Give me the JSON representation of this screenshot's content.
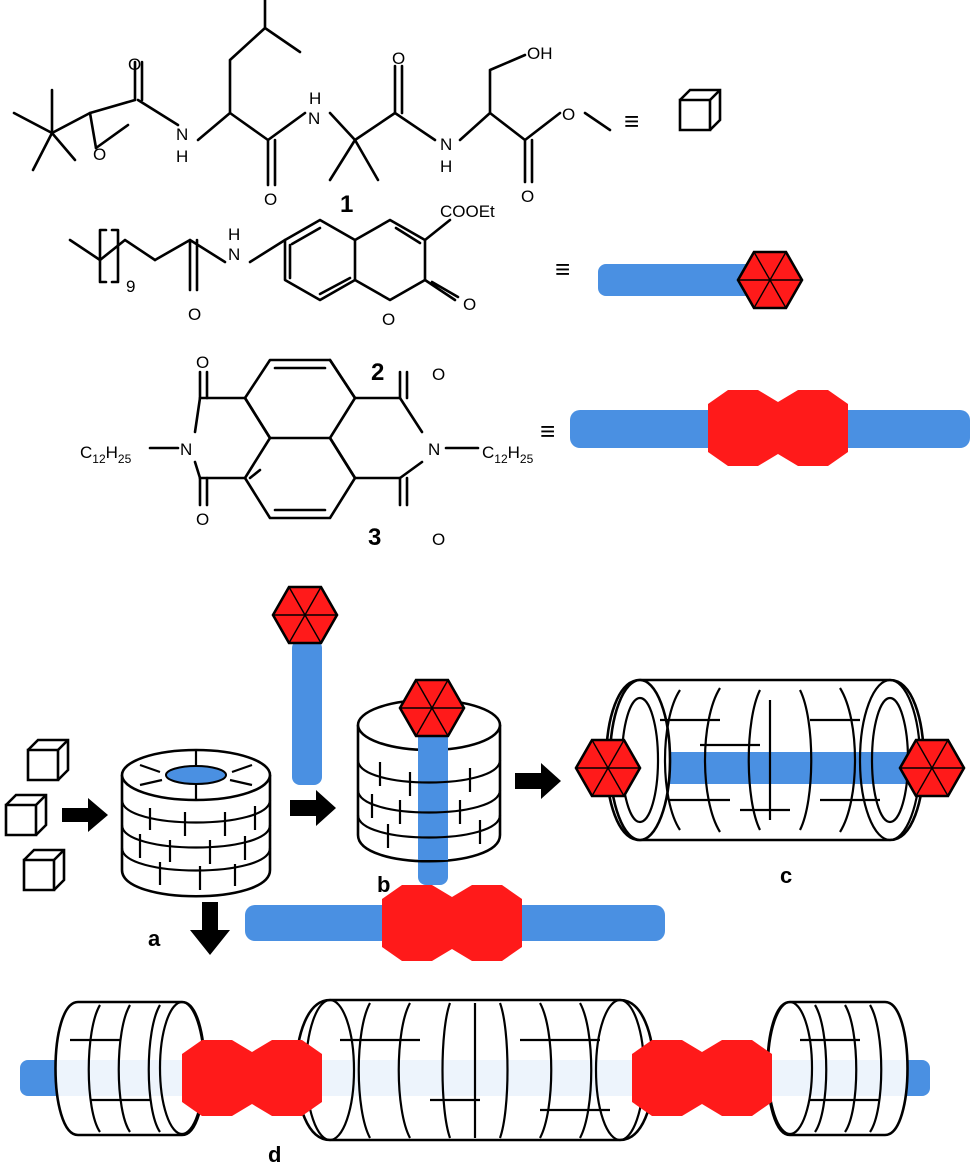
{
  "compounds": {
    "c1": {
      "label": "1",
      "atoms": {
        "o1": "O",
        "o2": "O",
        "nh1": "N",
        "h1": "H",
        "o3": "O",
        "h2": "H",
        "n2": "N",
        "o4": "O",
        "oh": "OH",
        "n3": "N",
        "h3": "H",
        "o5": "O",
        "o6": "O"
      }
    },
    "c2": {
      "label": "2",
      "atoms": {
        "h": "H",
        "n": "N",
        "sub9": "9",
        "o1": "O",
        "cooet": "COOEt",
        "o2": "O",
        "o3": "O"
      }
    },
    "c3": {
      "label": "3",
      "atoms": {
        "o1": "O",
        "o2": "O",
        "o3": "O",
        "o4": "O",
        "n1": "N",
        "n2": "N",
        "r1": "C",
        "r1a": "12",
        "r1b": "H",
        "r1c": "25",
        "r2": "C",
        "r2a": "12",
        "r2b": "H",
        "r2c": "25"
      }
    }
  },
  "equiv_symbol": "≡",
  "panels": {
    "a": "a",
    "b": "b",
    "c": "c",
    "d": "d"
  },
  "colors": {
    "rod": "#4a90e2",
    "ndi": "#ff1a1a",
    "ink": "#000000"
  }
}
